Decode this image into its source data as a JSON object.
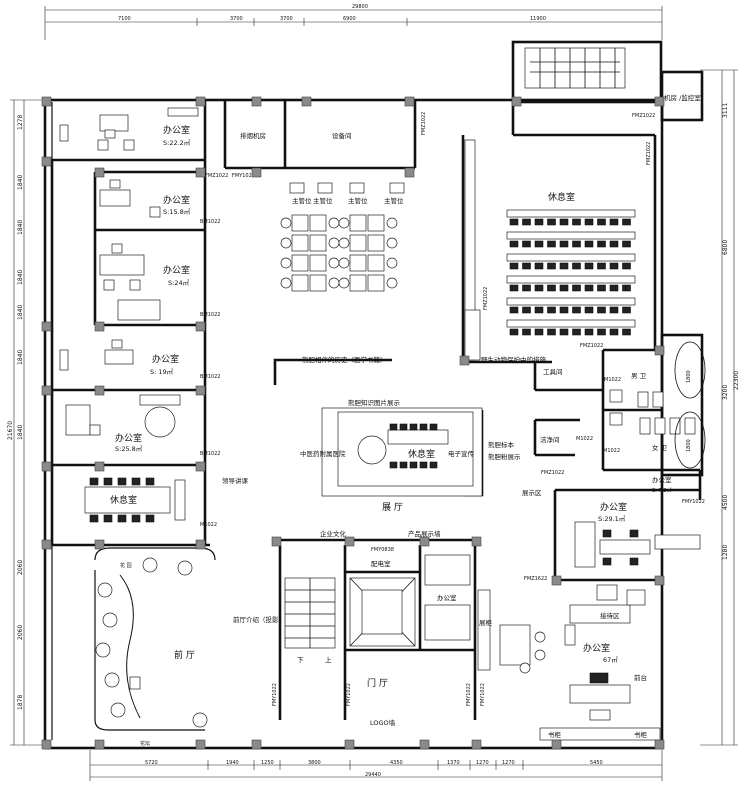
{
  "dimensions": {
    "top_total": "29800",
    "top_segments": [
      "7100",
      "3700",
      "3700",
      "6900",
      "11900"
    ],
    "bottom_total": "29440",
    "bottom_segments": [
      "5720",
      "1940",
      "1250",
      "3800",
      "4350",
      "1370",
      "1270",
      "1270",
      "5450"
    ],
    "left_segments": [
      "1278",
      "1840",
      "1840",
      "1840",
      "1840",
      "1840",
      "1840",
      "2060",
      "2060",
      "1878"
    ],
    "left_total": "21670",
    "right_segments": [
      "3111",
      "6800",
      "3200",
      "4500",
      "1280"
    ],
    "right_total": "22300"
  },
  "rooms": [
    {
      "id": "office-1",
      "name": "办公室",
      "area": "S:22.2㎡"
    },
    {
      "id": "office-2",
      "name": "办公室",
      "area": "S:15.8㎡"
    },
    {
      "id": "office-3",
      "name": "办公室",
      "area": "S:24㎡"
    },
    {
      "id": "office-4",
      "name": "办公室",
      "area": "S: 19㎡"
    },
    {
      "id": "office-5",
      "name": "办公室",
      "area": "S:25.8㎡"
    },
    {
      "id": "rest-left",
      "name": "休息室",
      "area": ""
    },
    {
      "id": "smoke-room",
      "name": "排烟机房",
      "area": ""
    },
    {
      "id": "equipment-room",
      "name": "设备间",
      "area": ""
    },
    {
      "id": "machine-room",
      "name": "机房 /监控室",
      "area": ""
    },
    {
      "id": "rest-right",
      "name": "休息室",
      "area": ""
    },
    {
      "id": "tool-room",
      "name": "工具间",
      "area": ""
    },
    {
      "id": "mens-wc",
      "name": "男 卫",
      "area": ""
    },
    {
      "id": "womens-wc",
      "name": "女 卫",
      "area": ""
    },
    {
      "id": "cleaning-room",
      "name": "洁净间",
      "area": ""
    },
    {
      "id": "office-6",
      "name": "办公室",
      "area": "S: 7.2㎡"
    },
    {
      "id": "office-7",
      "name": "办公室",
      "area": "S:29.1㎡"
    },
    {
      "id": "office-8",
      "name": "办公室",
      "area": "67㎡"
    },
    {
      "id": "rest-center",
      "name": "休息室",
      "area": ""
    },
    {
      "id": "power-room",
      "name": "配电室",
      "area": ""
    },
    {
      "id": "office-9",
      "name": "办公室",
      "area": ""
    },
    {
      "id": "door-hall",
      "name": "门 厅",
      "area": ""
    },
    {
      "id": "front-hall",
      "name": "前 厅",
      "area": ""
    },
    {
      "id": "exhibition-hall",
      "name": "展 厅",
      "area": ""
    }
  ],
  "labels": {
    "leader_seats": [
      "主管位",
      "主管位",
      "主管位",
      "主管位"
    ],
    "history_wall": "熊胆相伴的历史（医学书籍）",
    "knowledge_wall": "熊胆知识图片展示",
    "tcm_hospital": "中医药附属医院",
    "e_promo": "电子宣传",
    "bear_specimen": "熊胆标本",
    "bear_products": "熊胆粉展示",
    "display_area": "展示区",
    "leader_guide": "领导讲课",
    "corp_culture": "企业文化",
    "product_wall": "产品展示墙",
    "lobby_intro": "前厅介绍（投影）",
    "animal_protection": "野生动物保护中的措施",
    "reception_area": "接待区",
    "front_desk": "前台",
    "cabinet": "展柜",
    "logo_wall": "LOGO墙",
    "stair_down": "下",
    "stair_up": "上",
    "flower_tag": "花 园",
    "planter": "花坛",
    "bookshelf_1": "书柜",
    "bookshelf_2": "书柜"
  },
  "doors": {
    "fmz_top": "FMZ1022",
    "fmz_right": "FMZ1022",
    "fmz_machine": "FMZ1022",
    "fmz_rest": "FMZ1022",
    "fmz_rest_bottom": "FMZ1022",
    "fm_left": "FMZ1022",
    "fmy": "FMY1022",
    "bm1": "BM1022",
    "bm2": "BM1022",
    "bm3": "BM1022",
    "bm4": "BM1022",
    "bm5": "BM1022",
    "m1": "M1022",
    "m2": "M1022",
    "m3": "M1022",
    "m4": "M1022",
    "fmz_clean": "FMZ1022",
    "fmz_disp": "FMZ1622",
    "fmy_wc": "FMY1022",
    "fmy_power": "FMY0838",
    "fmy_v1": "FMY1022",
    "fmy_v2": "FMY1022",
    "fmy_v3": "FMY1022",
    "fmy_v4": "FMY1022",
    "wc_dim_1": "1800",
    "wc_dim_2": "1800"
  },
  "colors": {
    "wall": "#111111",
    "column": "#8a8a8a",
    "furniture": "#222222"
  }
}
